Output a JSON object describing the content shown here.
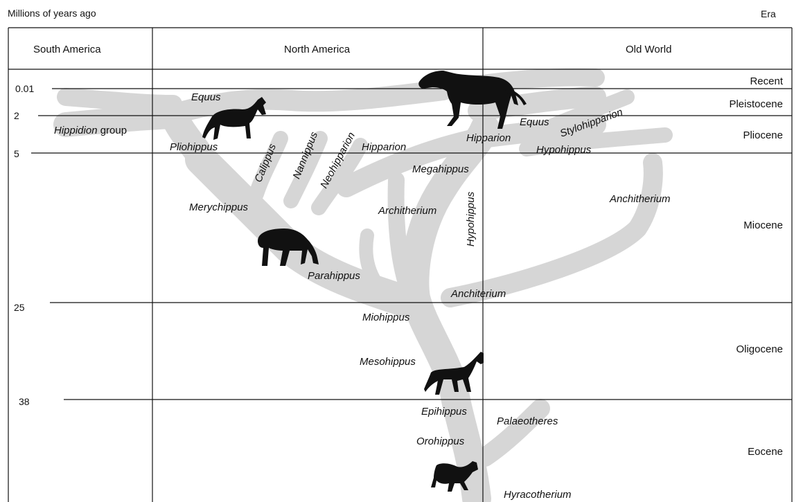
{
  "header": {
    "left_label": "Millions of years ago",
    "right_label": "Era"
  },
  "columns": [
    "South America",
    "North America",
    "Old World"
  ],
  "time_marks": [
    "0.01",
    "2",
    "5",
    "25",
    "38"
  ],
  "eras": [
    "Recent",
    "Pleistocene",
    "Pliocene",
    "Miocene",
    "Oligocene",
    "Eocene"
  ],
  "genera": {
    "equus_na": "Equus",
    "equus_ow": "Equus",
    "hippidion": "Hippidion",
    "hippidion_suffix": " group",
    "pliohippus": "Pliohippus",
    "calippus": "Calippus",
    "nannippus": "Nannippus",
    "neohipparion": "Neohipparion",
    "hipparion_na": "Hipparion",
    "hipparion_ow": "Hipparion",
    "stylohipparion": "Stylohipparion",
    "hypohippus_ow": "Hypohippus",
    "megahippus": "Megahippus",
    "merychippus": "Merychippus",
    "architherium": "Architherium",
    "hypohippus": "Hypohippus",
    "anchitherium_ow": "Anchitherium",
    "parahippus": "Parahippus",
    "anchiterium": "Anchiterium",
    "miohippus": "Miohippus",
    "mesohippus": "Mesohippus",
    "epihippus": "Epihippus",
    "palaeotheres": "Palaeotheres",
    "orohippus": "Orohippus",
    "hyracotherium": "Hyracotherium"
  },
  "colors": {
    "branch": "#d6d6d6",
    "silhouette": "#111111",
    "line": "#111111"
  },
  "icons": [
    "equus-horse-icon",
    "pliohippus-horse-icon",
    "merychippus-horse-icon",
    "mesohippus-horse-icon",
    "hyracotherium-horse-icon"
  ]
}
